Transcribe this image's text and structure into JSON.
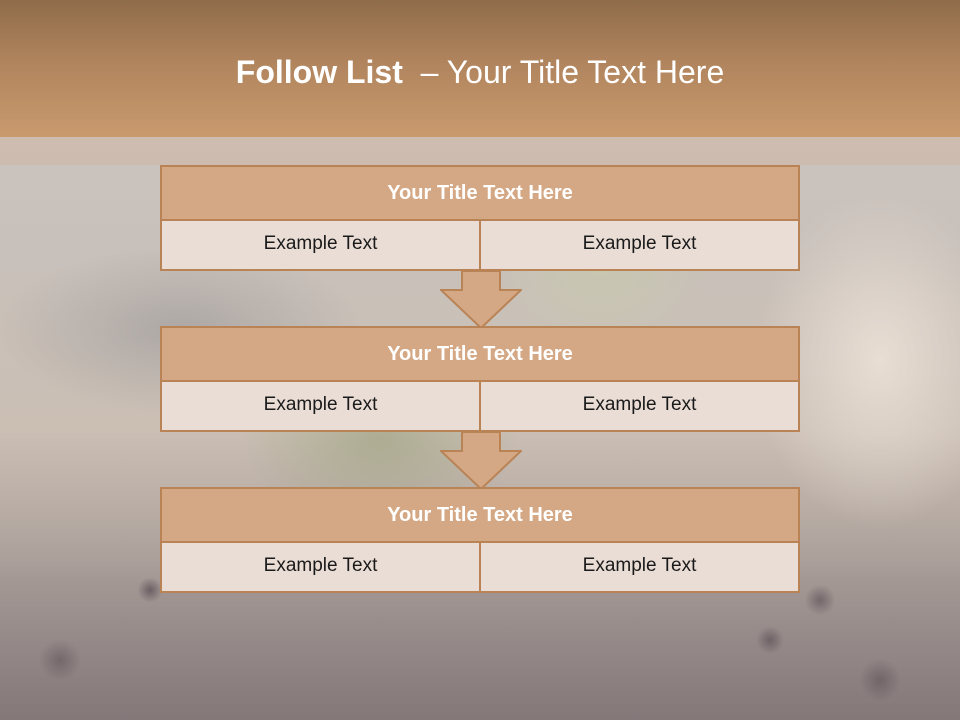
{
  "slide": {
    "title_bold": "Follow List",
    "title_rest": "– Your Title Text Here"
  },
  "blocks": [
    {
      "title": "Your Title Text Here",
      "left": "Example Text",
      "right": "Example Text"
    },
    {
      "title": "Your Title Text Here",
      "left": "Example Text",
      "right": "Example Text"
    },
    {
      "title": "Your Title Text Here",
      "left": "Example Text",
      "right": "Example Text"
    }
  ],
  "colors": {
    "header": "#b0845d",
    "box_title_fill": "#d4a885",
    "box_cell_fill": "#eaddd6",
    "border": "#b98356"
  },
  "icons": [
    "down-arrow-icon",
    "down-arrow-icon"
  ]
}
